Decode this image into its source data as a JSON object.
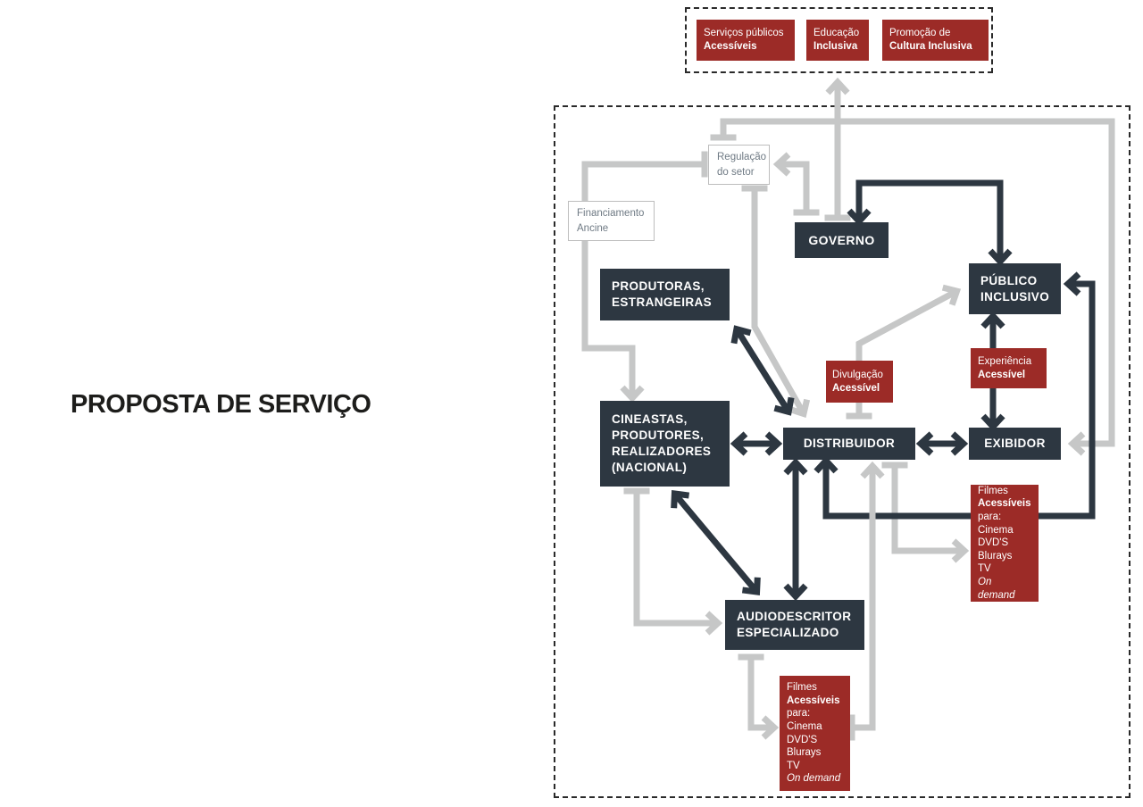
{
  "title": "PROPOSTA DE SERVIÇO",
  "outcomes": {
    "servicos": {
      "top": "Serviços públicos",
      "bottom": "Acessíveis"
    },
    "educacao": {
      "top": "Educação",
      "bottom": "Inclusiva"
    },
    "cultura": {
      "top": "Promoção de",
      "bottom": "Cultura Inclusiva"
    }
  },
  "nodes": {
    "governo": "GOVERNO",
    "regulacao": {
      "top": "Regulação",
      "bottom": "do setor"
    },
    "financiamento": {
      "top": "Financiamento",
      "bottom": "Ancine"
    },
    "produtoras": {
      "top": "PRODUTORAS,",
      "bottom": "ESTRANGEIRAS"
    },
    "publico": {
      "top": "PÚBLICO",
      "bottom": "INCLUSIVO"
    },
    "cineastas": {
      "l1": "CINEASTAS,",
      "l2": "PRODUTORES,",
      "l3": "REALIZADORES",
      "l4": "(NACIONAL)"
    },
    "distribuidor": "DISTRIBUIDOR",
    "exibidor": "EXIBIDOR",
    "audiodescritor": {
      "top": "AUDIODESCRITOR",
      "bottom": "ESPECIALIZADO"
    }
  },
  "labels": {
    "divulgacao": {
      "top": "Divulgação",
      "bottom": "Acessível"
    },
    "experiencia": {
      "top": "Experiência",
      "bottom": "Acessível"
    },
    "filmes": {
      "l1": "Filmes",
      "l2": "Acessíveis",
      "l3": "para:",
      "l4": "Cinema",
      "l5": "DVD'S",
      "l6": "Blurays",
      "l7": "TV",
      "l8": "On demand"
    }
  },
  "colors": {
    "dark": "#2d3741",
    "red": "#9c2b27",
    "arrow": "#c6c7c7",
    "ink": "#1d1d1b"
  }
}
